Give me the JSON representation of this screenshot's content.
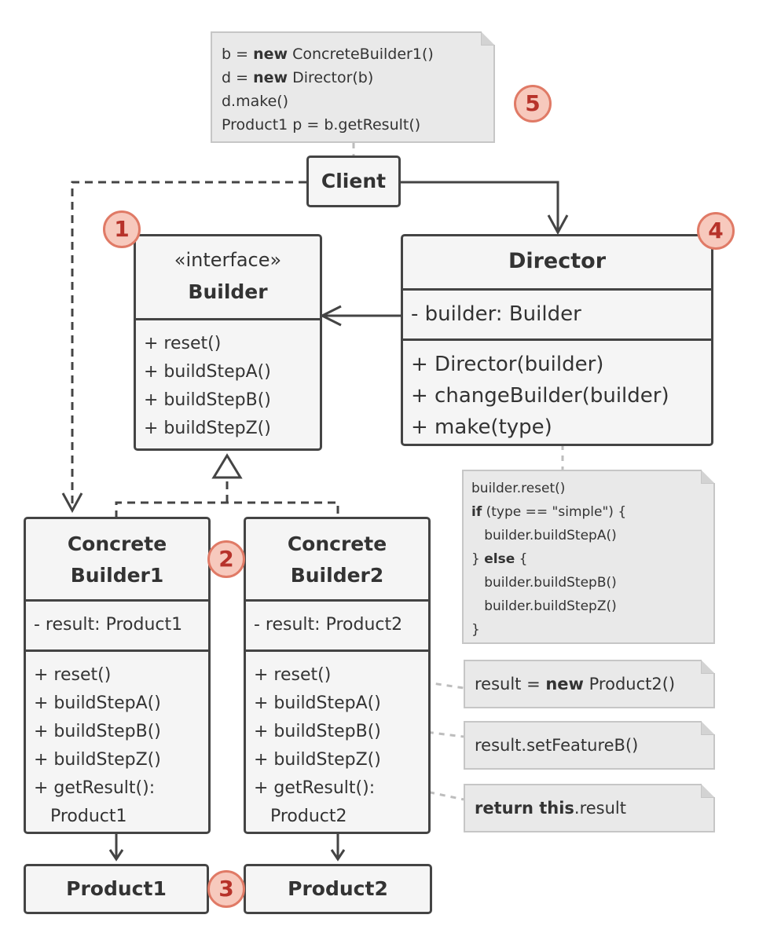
{
  "client": {
    "title": "Client"
  },
  "client_note": {
    "lines": [
      {
        "pre": "b = ",
        "kw": "new",
        "post": " ConcreteBuilder1()"
      },
      {
        "pre": "d = ",
        "kw": "new",
        "post": " Director(b)"
      },
      {
        "pre": "d.make()",
        "kw": "",
        "post": ""
      },
      {
        "pre": "Product1 p = b.getResult()",
        "kw": "",
        "post": ""
      }
    ]
  },
  "builder": {
    "stereotype": "«interface»",
    "title": "Builder",
    "methods": [
      "+ reset()",
      "+ buildStepA()",
      "+ buildStepB()",
      "+ buildStepZ()"
    ]
  },
  "director": {
    "title": "Director",
    "fields": [
      "- builder: Builder"
    ],
    "methods": [
      "+ Director(builder)",
      "+ changeBuilder(builder)",
      "+ make(type)"
    ]
  },
  "make_note": {
    "lines": [
      {
        "pre": "builder.reset()",
        "kw": "",
        "post": ""
      },
      {
        "pre": "",
        "kw": "if",
        "post": " (type == \"simple\") {"
      },
      {
        "pre": "   builder.buildStepA()",
        "kw": "",
        "post": ""
      },
      {
        "pre": "} ",
        "kw": "else",
        "post": " {"
      },
      {
        "pre": "   builder.buildStepB()",
        "kw": "",
        "post": ""
      },
      {
        "pre": "   builder.buildStepZ()",
        "kw": "",
        "post": ""
      },
      {
        "pre": "}",
        "kw": "",
        "post": ""
      }
    ]
  },
  "cb1": {
    "title_line1": "Concrete",
    "title_line2": "Builder1",
    "fields": [
      "- result: Product1"
    ],
    "methods": [
      "+ reset()",
      "+ buildStepA()",
      "+ buildStepB()",
      "+ buildStepZ()",
      "+ getResult():",
      "   Product1"
    ]
  },
  "cb2": {
    "title_line1": "Concrete",
    "title_line2": "Builder2",
    "fields": [
      "- result: Product2"
    ],
    "methods": [
      "+ reset()",
      "+ buildStepA()",
      "+ buildStepB()",
      "+ buildStepZ()",
      "+ getResult():",
      "   Product2"
    ]
  },
  "reset_note": {
    "pre": "result = ",
    "kw": "new",
    "post": " Product2()"
  },
  "stepb_note": {
    "pre": "result.setFeatureB()",
    "kw": "",
    "post": ""
  },
  "getresult_note": {
    "pre": "",
    "kw": "return this",
    "post": ".result"
  },
  "product1": {
    "title": "Product1"
  },
  "product2": {
    "title": "Product2"
  },
  "badges": [
    "1",
    "2",
    "3",
    "4",
    "5"
  ],
  "colors": {
    "stroke": "#444444",
    "box_fill": "#f5f5f5",
    "note_fill": "#e9e9e9",
    "note_border": "#c6c6c6",
    "badge_fill": "#f7c9bd",
    "badge_border": "#e07a66",
    "badge_text": "#b7322a"
  }
}
